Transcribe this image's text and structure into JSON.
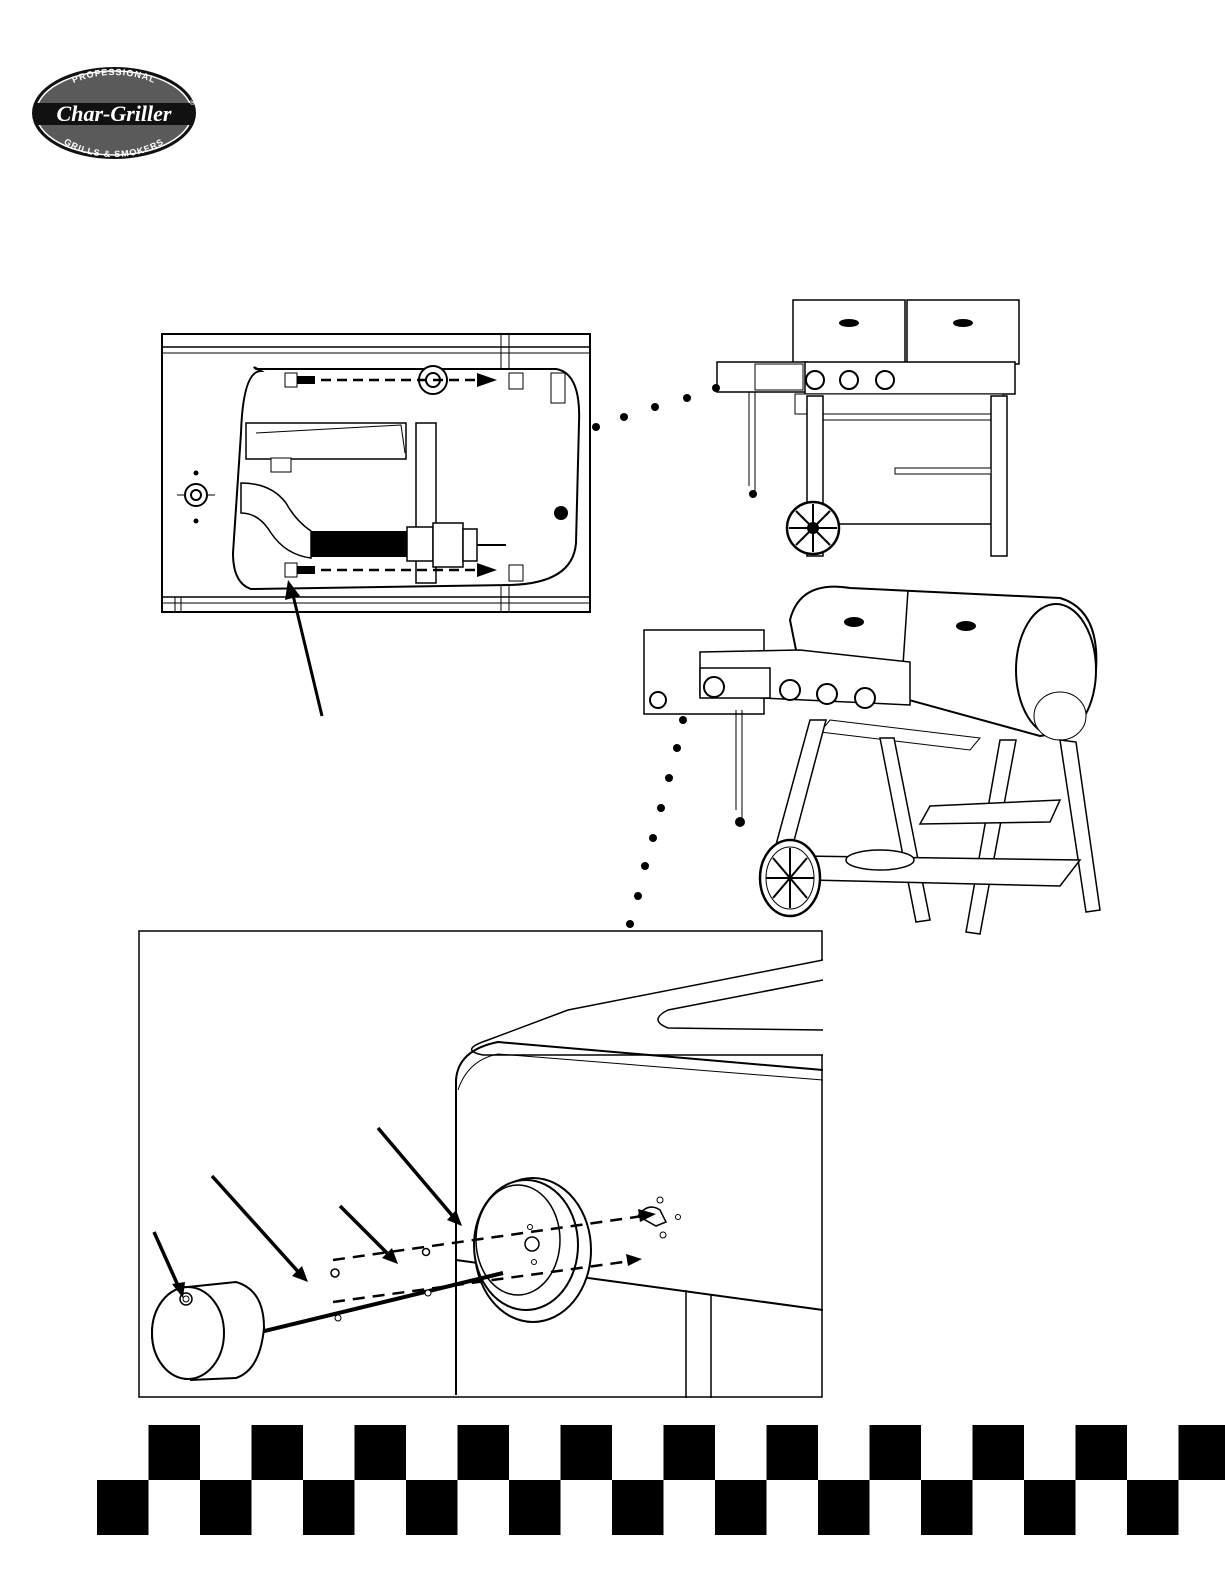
{
  "logo": {
    "top_text": "PROFESSIONAL",
    "brand": "Char-Griller",
    "registered": "®",
    "bottom_text": "GRILLS & SMOKERS"
  },
  "colors": {
    "ink": "#000000",
    "paper": "#ffffff",
    "logo_fill": "#5a5a5a"
  },
  "figures": [
    {
      "name": "side-burner-detail-top",
      "icon": "gas-valve-assembly-illustration"
    },
    {
      "name": "grill-front-view",
      "icon": "grill-front-view-illustration"
    },
    {
      "name": "grill-perspective-view",
      "icon": "grill-perspective-illustration"
    },
    {
      "name": "knob-assembly-detail",
      "icon": "control-knob-exploded-illustration"
    }
  ],
  "footer": {
    "pattern": "checkerboard"
  }
}
